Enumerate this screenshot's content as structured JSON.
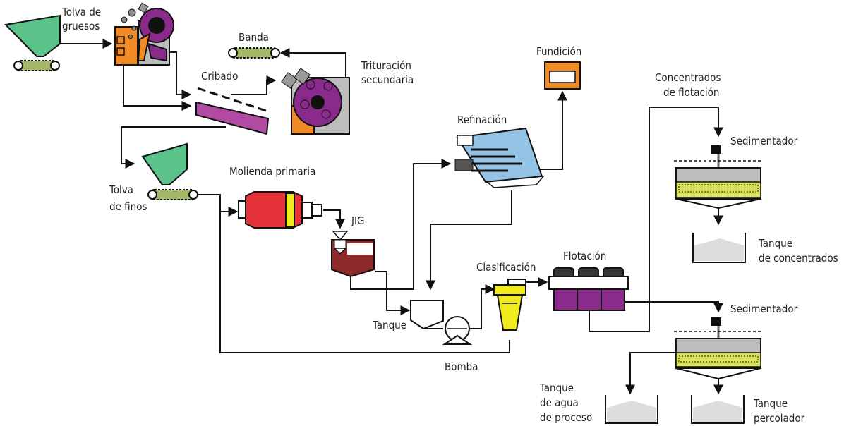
{
  "labels": {
    "tolva_gruesos_1": "Tolva de",
    "tolva_gruesos_2": "gruesos",
    "banda": "Banda",
    "trituracion_1": "Trituración",
    "trituracion_2": "secundaria",
    "cribado": "Cribado",
    "fundicion": "Fundición",
    "concentrados_1": "Concentrados",
    "concentrados_2": "de flotación",
    "refinacion": "Refinación",
    "sedimentador_1": "Sedimentador",
    "molienda": "Molienda primaria",
    "tolva_finos_1": "Tolva",
    "tolva_finos_2": "de finos",
    "jig": "JIG",
    "clasificacion": "Clasificación",
    "flotacion": "Flotación",
    "tanque_conc_1": "Tanque",
    "tanque_conc_2": "de concentrados",
    "tanque": "Tanque",
    "sedimentador_2": "Sedimentador",
    "bomba": "Bomba",
    "tanque_agua_1": "Tanque",
    "tanque_agua_2": "de agua",
    "tanque_agua_3": "de proceso",
    "tanque_perc_1": "Tanque",
    "tanque_perc_2": "percolador"
  },
  "colors": {
    "green": "#5bc38a",
    "olive": "#a5b86a",
    "orange": "#f08a24",
    "purple": "#8a2a8a",
    "magenta": "#b04aa3",
    "red": "#e53138",
    "maroon": "#8e2a2a",
    "yellow": "#f1ea1f",
    "blue": "#93c4e6",
    "grey": "#bdbdbd",
    "lime": "#dce15b"
  }
}
